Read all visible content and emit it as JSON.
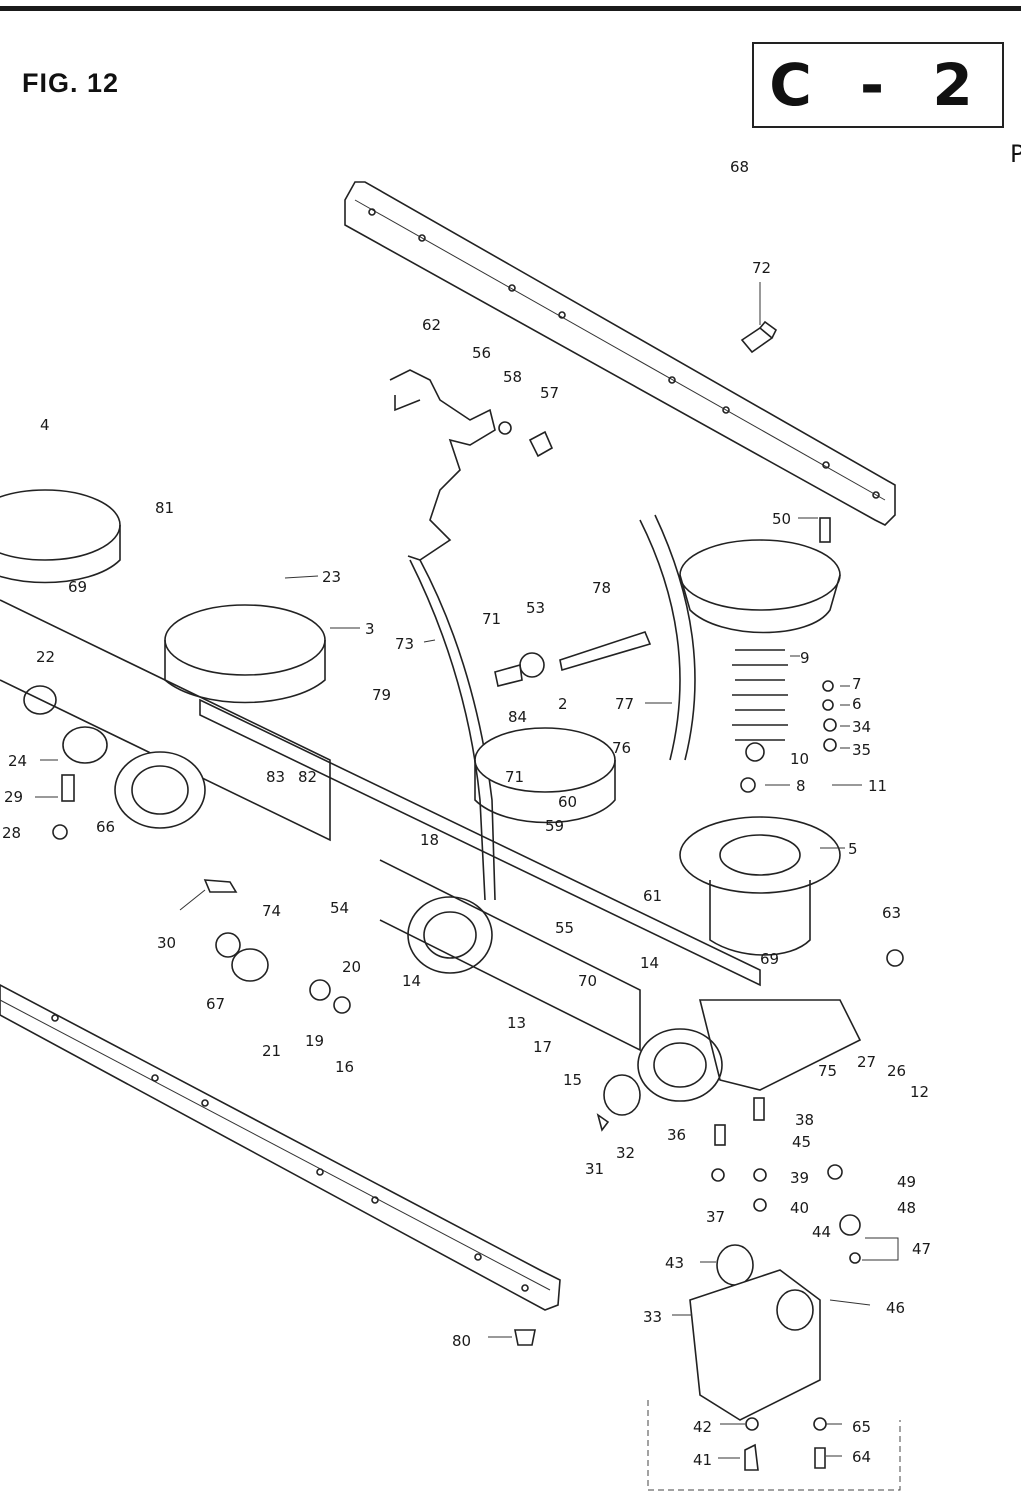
{
  "header": {
    "figure_label": "FIG. 12",
    "section_code": "C - 2",
    "edge_letter": "P"
  },
  "callouts": [
    {
      "n": "68"
    },
    {
      "n": "72"
    },
    {
      "n": "62"
    },
    {
      "n": "56"
    },
    {
      "n": "58"
    },
    {
      "n": "57"
    },
    {
      "n": "4"
    },
    {
      "n": "81"
    },
    {
      "n": "50"
    },
    {
      "n": "23"
    },
    {
      "n": "69"
    },
    {
      "n": "3"
    },
    {
      "n": "78"
    },
    {
      "n": "71"
    },
    {
      "n": "53"
    },
    {
      "n": "73"
    },
    {
      "n": "9"
    },
    {
      "n": "7"
    },
    {
      "n": "6"
    },
    {
      "n": "34"
    },
    {
      "n": "35"
    },
    {
      "n": "22"
    },
    {
      "n": "77"
    },
    {
      "n": "2"
    },
    {
      "n": "79"
    },
    {
      "n": "84"
    },
    {
      "n": "76"
    },
    {
      "n": "10"
    },
    {
      "n": "8"
    },
    {
      "n": "11"
    },
    {
      "n": "24"
    },
    {
      "n": "71"
    },
    {
      "n": "60"
    },
    {
      "n": "59"
    },
    {
      "n": "29"
    },
    {
      "n": "83"
    },
    {
      "n": "82"
    },
    {
      "n": "66"
    },
    {
      "n": "28"
    },
    {
      "n": "5"
    },
    {
      "n": "18"
    },
    {
      "n": "61"
    },
    {
      "n": "63"
    },
    {
      "n": "54"
    },
    {
      "n": "30"
    },
    {
      "n": "74"
    },
    {
      "n": "55"
    },
    {
      "n": "14"
    },
    {
      "n": "14"
    },
    {
      "n": "69"
    },
    {
      "n": "67"
    },
    {
      "n": "20"
    },
    {
      "n": "70"
    },
    {
      "n": "21"
    },
    {
      "n": "19"
    },
    {
      "n": "13"
    },
    {
      "n": "17"
    },
    {
      "n": "16"
    },
    {
      "n": "15"
    },
    {
      "n": "75"
    },
    {
      "n": "27"
    },
    {
      "n": "26"
    },
    {
      "n": "12"
    },
    {
      "n": "38"
    },
    {
      "n": "45"
    },
    {
      "n": "36"
    },
    {
      "n": "32"
    },
    {
      "n": "31"
    },
    {
      "n": "39"
    },
    {
      "n": "49"
    },
    {
      "n": "40"
    },
    {
      "n": "48"
    },
    {
      "n": "37"
    },
    {
      "n": "44"
    },
    {
      "n": "47"
    },
    {
      "n": "43"
    },
    {
      "n": "46"
    },
    {
      "n": "33"
    },
    {
      "n": "80"
    },
    {
      "n": "42"
    },
    {
      "n": "65"
    },
    {
      "n": "41"
    },
    {
      "n": "64"
    }
  ]
}
